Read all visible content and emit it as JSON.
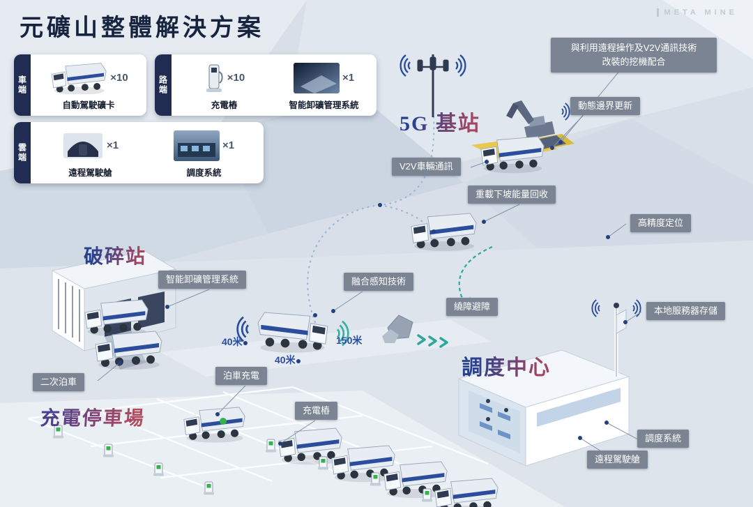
{
  "header": {
    "title": "元礦山整體解決方案",
    "brand": "META MINE"
  },
  "legend": {
    "vehicle_tab": "車端",
    "vehicle_items": [
      {
        "name": "自動駕駛礦卡",
        "count": "×10"
      }
    ],
    "road_tab": "路端",
    "road_items": [
      {
        "name": "充電樁",
        "count": "×10"
      },
      {
        "name": "智能卸礦管理系統",
        "count": "×1"
      }
    ],
    "cloud_tab": "雲端",
    "cloud_items": [
      {
        "name": "遠程駕駛艙",
        "count": "×1"
      },
      {
        "name": "調度系統",
        "count": "×1"
      }
    ]
  },
  "areas": {
    "station_5g": "5G 基站",
    "crusher": "破碎站",
    "dispatch": "調度中心",
    "parking": "充電停車場"
  },
  "callouts": {
    "excavator_note": "與利用遠程操作及V2V通訊技術\n改裝的挖機配合",
    "dynamic_boundary": "動態邊界更新",
    "v2v": "V2V車輛通訊",
    "energy_recovery": "重載下坡能量回收",
    "high_precision": "高精度定位",
    "unloading_mgmt": "智能卸礦管理系統",
    "fusion_sensing": "融合感知技術",
    "obstacle_avoidance": "繞障避障",
    "local_server": "本地服務器存儲",
    "secondary_parking": "二次泊車",
    "parking_charging": "泊車充電",
    "charging_pile": "充電樁",
    "dispatch_system": "調度系統",
    "remote_cockpit": "遠程駕駛艙"
  },
  "distances": {
    "d1": "40米",
    "d2": "150米",
    "d3": "40米"
  },
  "colors": {
    "accent_blue": "#2b4d9b",
    "accent_teal": "#2fa79f",
    "label_gray": "#7b8492",
    "tab_navy": "#202c52"
  }
}
